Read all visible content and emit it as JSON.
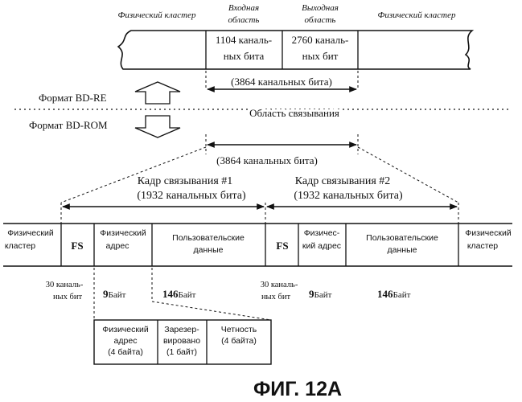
{
  "top": {
    "left_label": "Физический кластер",
    "input_label_1": "Входная",
    "input_label_2": "область",
    "output_label_1": "Выходная",
    "output_label_2": "область",
    "right_label": "Физический кластер",
    "input_value_1": "1104 каналь-",
    "input_value_2": "ных бита",
    "output_value_1": "2760 каналь-",
    "output_value_2": "ных бит",
    "span_label": "(3864 канальных бита)"
  },
  "middle": {
    "bd_re": "Формат BD-RE",
    "bd_rom": "Формат BD-ROM",
    "link_area": "Область связывания",
    "span_label": "(3864 канальных бита)"
  },
  "frames": {
    "frame1_title": "Кадр связывания #1",
    "frame1_bits": "(1932 канальных бита)",
    "frame2_title": "Кадр связывания #2",
    "frame2_bits": "(1932 канальных бита)"
  },
  "row": {
    "cluster_left_1": "Физический",
    "cluster_left_2": "кластер",
    "fs1": "FS",
    "addr1_1": "Физический",
    "addr1_2": "адрес",
    "user1_1": "Пользовательские",
    "user1_2": "данные",
    "fs2": "FS",
    "addr2_1": "Физичес-",
    "addr2_2": "кий адрес",
    "user2_1": "Пользовательские",
    "user2_2": "данные",
    "cluster_right_1": "Физический",
    "cluster_right_2": "кластер"
  },
  "sizes": {
    "fs1_1": "30 каналь-",
    "fs1_2": "ных бит",
    "addr1_num": "9",
    "addr1_unit": "Байт",
    "user1_num": "146",
    "user1_unit": "Байт",
    "fs2_1": "30 каналь-",
    "fs2_2": "ных бит",
    "addr2_num": "9",
    "addr2_unit": "Байт",
    "user2_num": "146",
    "user2_unit": "Байт"
  },
  "detail": {
    "phys_1": "Физический",
    "phys_2": "адрес",
    "phys_3": "(4 байта)",
    "res_1": "Зарезер-",
    "res_2": "вировано",
    "res_3": "(1 байт)",
    "par_1": "Четность",
    "par_2": "(4 байта)"
  },
  "caption": "ФИГ. 12А"
}
